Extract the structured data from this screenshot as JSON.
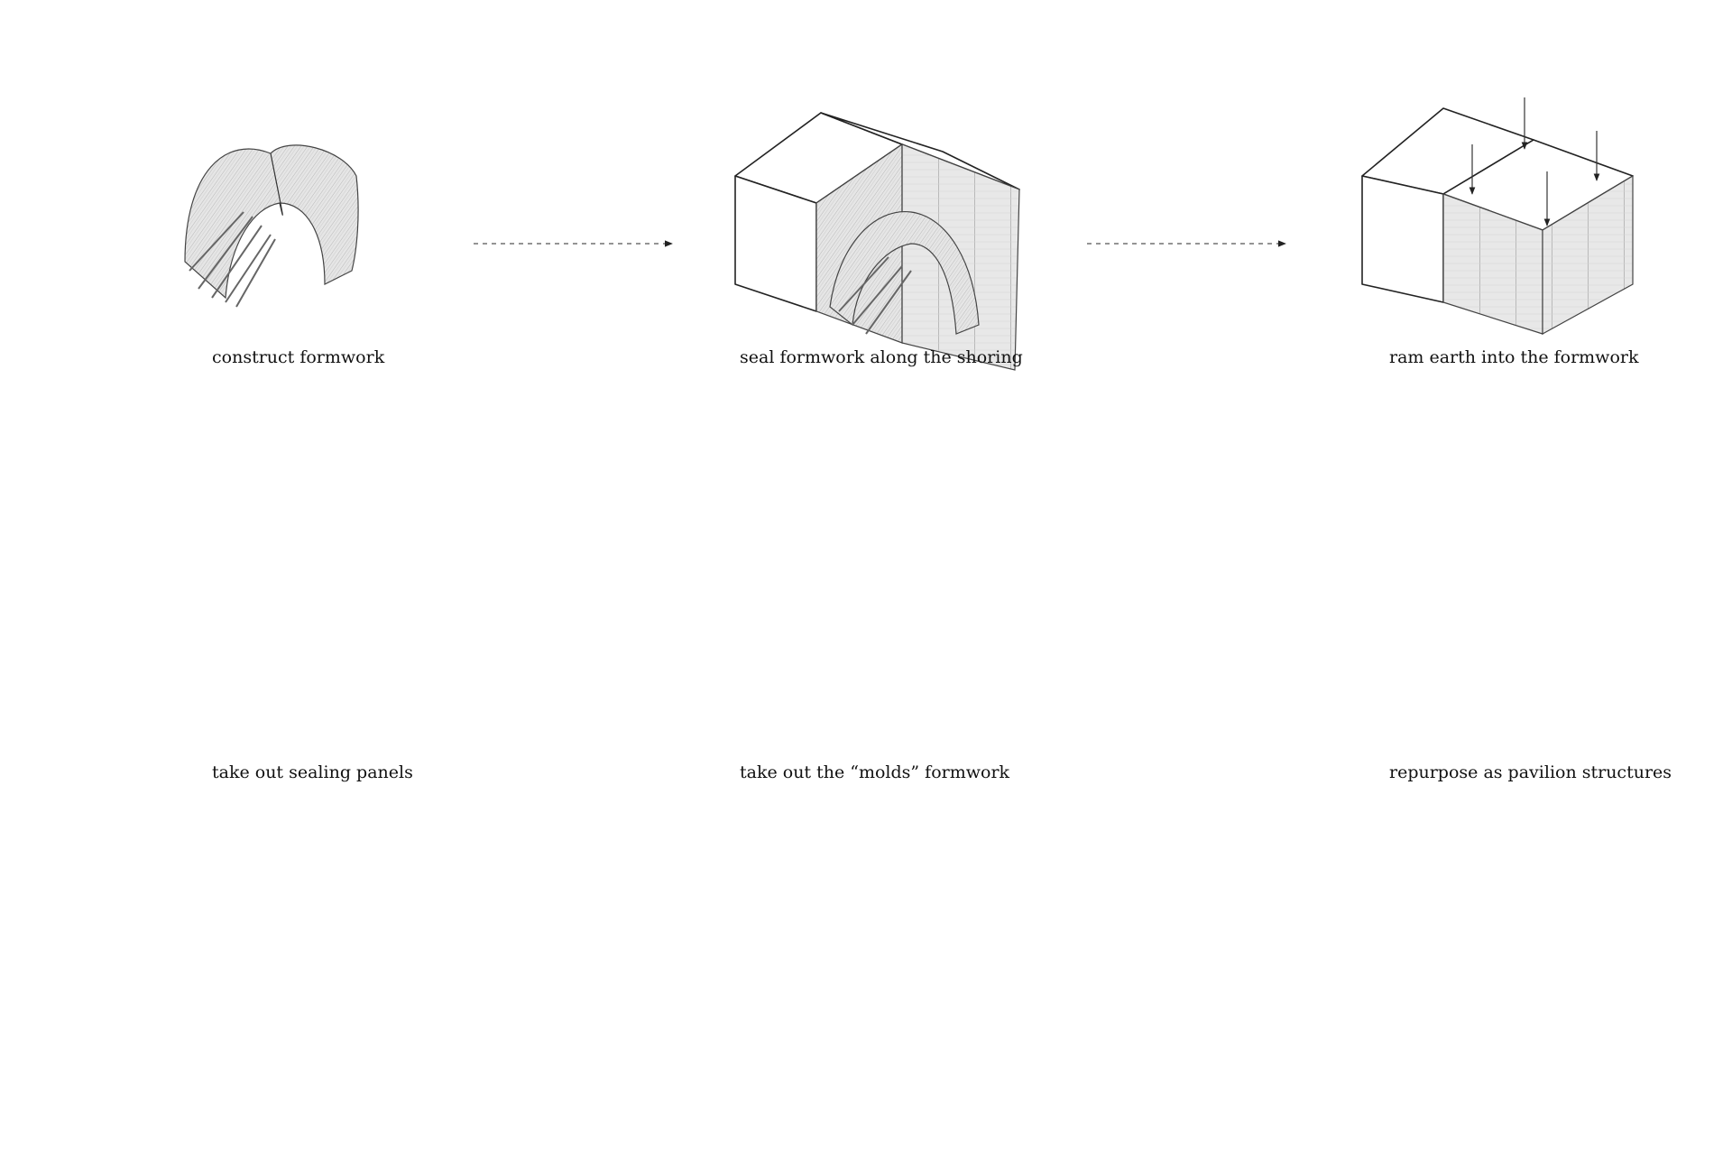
{
  "steps": {
    "s1": "construct formwork",
    "s2": "seal formwork along the shoring",
    "s3": "ram earth into the formwork",
    "s4": "take out sealing panels",
    "s5": "take out the “molds” formwork",
    "s6": "repurpose as pavilion structures"
  },
  "colors": {
    "ink": "#222222",
    "mesh": "#e6e6e6",
    "background": "#ffffff"
  }
}
